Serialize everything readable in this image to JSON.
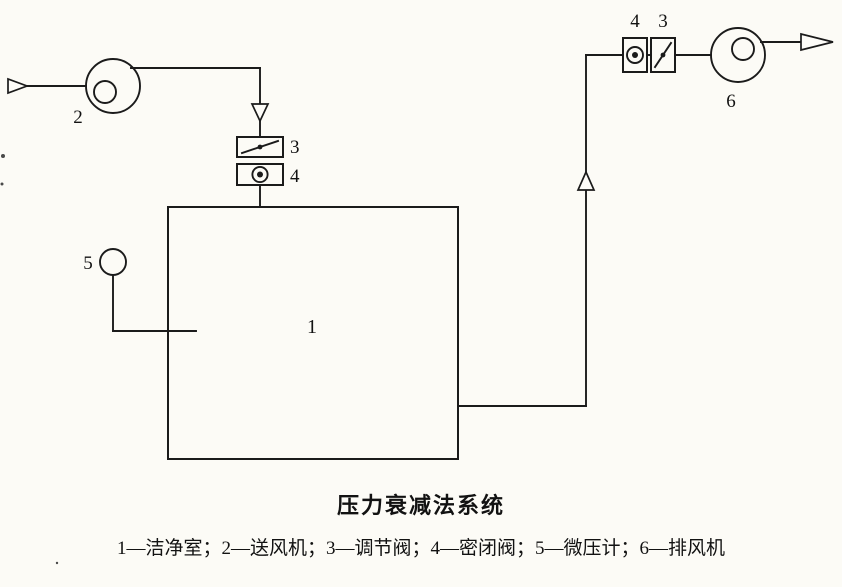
{
  "diagram": {
    "title": "压力衰减法系统",
    "legend_text": "1—洁净室；2—送风机；3—调节阀；4—密闭阀；5—微压计；6—排风机",
    "labels": {
      "clean_room": "1",
      "supply_fan": "2",
      "inlet_regulating_valve": "3",
      "inlet_sealed_valve": "4",
      "micro_manometer": "5",
      "exhaust_fan": "6",
      "outlet_sealed_valve": "4",
      "outlet_regulating_valve": "3"
    },
    "legend_items": [
      {
        "num": "1",
        "name": "洁净室"
      },
      {
        "num": "2",
        "name": "送风机"
      },
      {
        "num": "3",
        "name": "调节阀"
      },
      {
        "num": "4",
        "name": "密闭阀"
      },
      {
        "num": "5",
        "name": "微压计"
      },
      {
        "num": "6",
        "name": "排风机"
      }
    ],
    "colors": {
      "ink": "#1b1b1b",
      "paper": "#fcfbf6"
    }
  }
}
